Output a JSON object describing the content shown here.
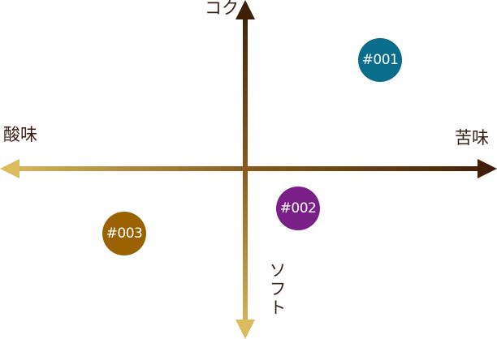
{
  "axes": {
    "top": "コク",
    "left": "酸味",
    "right": "苦味",
    "bottom": "ソフト"
  },
  "colors": {
    "dark_brown": "#3f1e08",
    "gold": "#dcbb5e",
    "badge_001": "#0b6d8c",
    "badge_002": "#7b1f88",
    "badge_003": "#9a6203"
  },
  "points": [
    {
      "id": "#001",
      "bitterness_acidity": 0.55,
      "body_softness": 0.77
    },
    {
      "id": "#002",
      "bitterness_acidity": 0.22,
      "body_softness": -0.26
    },
    {
      "id": "#003",
      "bitterness_acidity": -0.58,
      "body_softness": -0.41
    }
  ]
}
